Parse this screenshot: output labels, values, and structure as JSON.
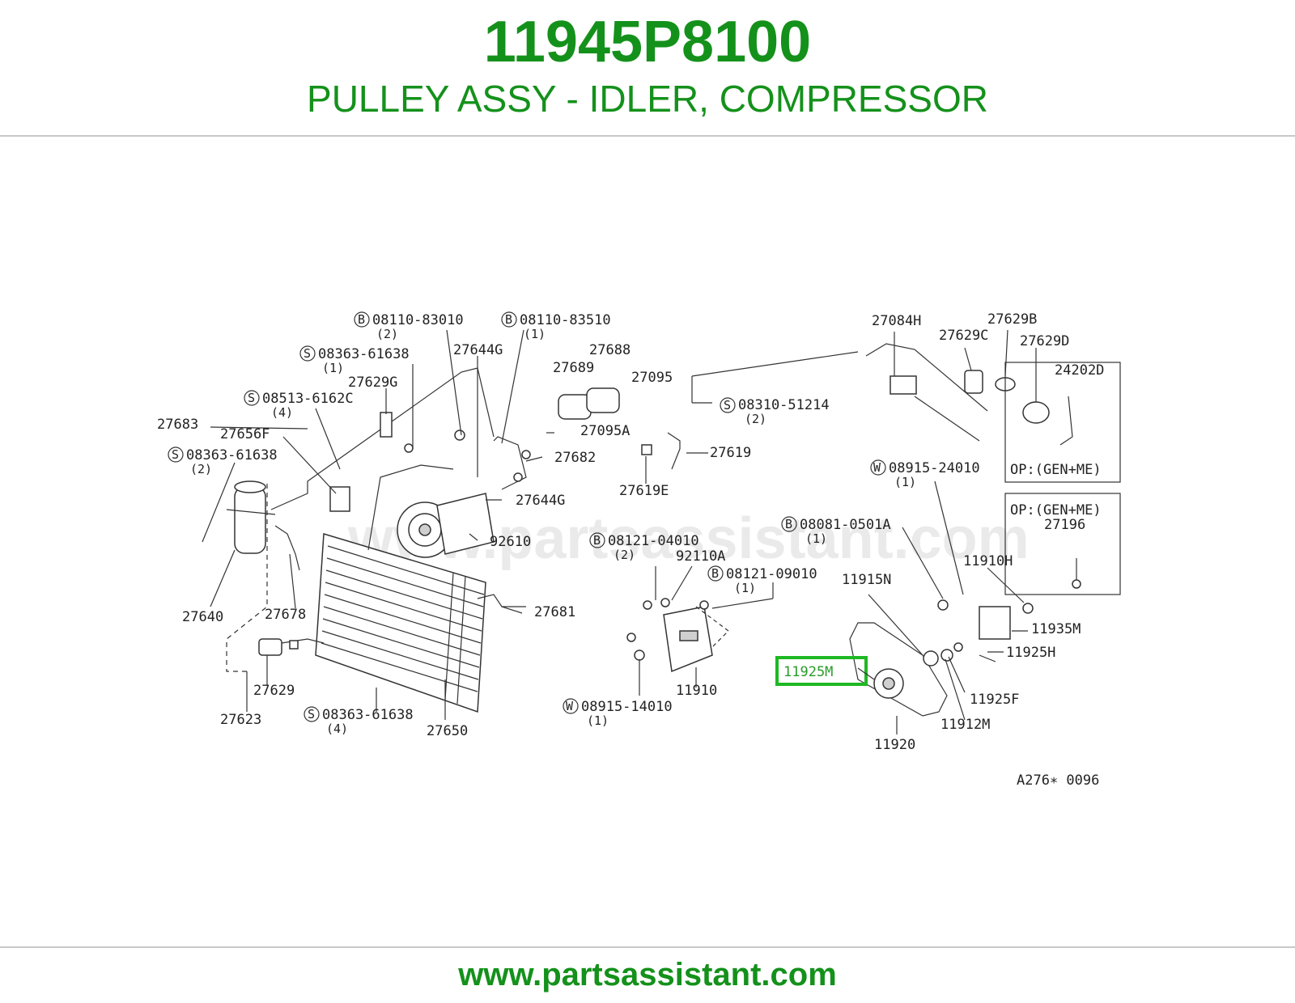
{
  "header": {
    "part_number": "11945P8100",
    "description": "PULLEY ASSY - IDLER, COMPRESSOR"
  },
  "footer": {
    "url": "www.partsassistant.com"
  },
  "diagram": {
    "watermark": "www.partsassistant.com",
    "ref_code": "A276∗ 0096",
    "highlighted_part": "11925M",
    "highlight_color": "#1fb824",
    "labels": {
      "p08110_83010": "08110-83010",
      "q2a": "(2)",
      "p08110_83510": "08110-83510",
      "q1a": "(1)",
      "p08363_61638a": "08363-61638",
      "q1b": "(1)",
      "p27644G_a": "27644G",
      "p27688": "27688",
      "p27689": "27689",
      "p27629G": "27629G",
      "p08513_6162C": "08513-6162C",
      "q4a": "(4)",
      "p27683": "27683",
      "p27656F": "27656F",
      "p08363_61638b": "08363-61638",
      "q2b": "(2)",
      "p27095A": "27095A",
      "p27682": "27682",
      "p27644G_b": "27644G",
      "p92610": "92610",
      "p27640": "27640",
      "p27678": "27678",
      "p27681": "27681",
      "p27629": "27629",
      "p27623": "27623",
      "p08363_61638c": "08363-61638",
      "q4b": "(4)",
      "p27650": "27650",
      "p27095": "27095",
      "p27084H": "27084H",
      "p27629C": "27629C",
      "p27629B": "27629B",
      "p27629D": "27629D",
      "p24202D": "24202D",
      "p08310_51214": "08310-51214",
      "q2c": "(2)",
      "p27619": "27619",
      "p27619E": "27619E",
      "op1": "OP:(GEN+ME)",
      "op2": "OP:(GEN+ME)",
      "p27196": "27196",
      "p08915_24010": "08915-24010",
      "q1c": "(1)",
      "p08081_0501A": "08081-0501A",
      "q1d": "(1)",
      "p08121_04010": "08121-04010",
      "q2d": "(2)",
      "p92110A": "92110A",
      "p08121_09010": "08121-09010",
      "q1e": "(1)",
      "p11910H": "11910H",
      "p11915N": "11915N",
      "p11935M": "11935M",
      "p11925H": "11925H",
      "p11925F": "11925F",
      "p11912M": "11912M",
      "p11920": "11920",
      "p11910": "11910",
      "p08915_14010": "08915-14010",
      "q1f": "(1)",
      "c_B": "B",
      "c_S": "S",
      "c_W": "W"
    }
  }
}
